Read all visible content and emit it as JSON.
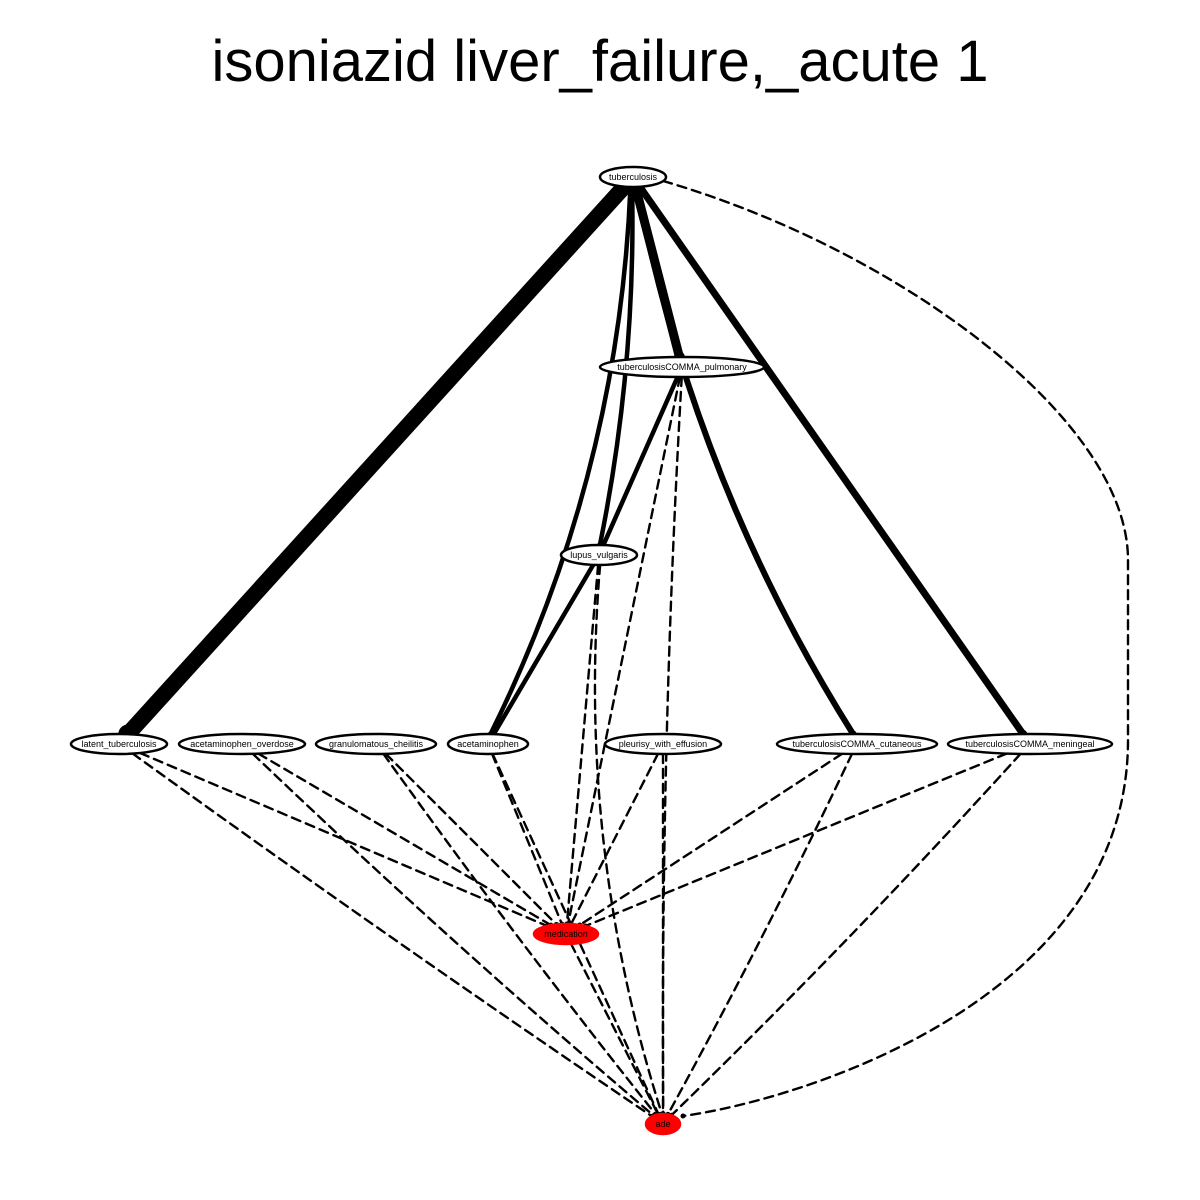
{
  "title": "isoniazid liver_failure,_acute 1",
  "nodes": [
    {
      "id": "tuberculosis",
      "label": "tuberculosis",
      "fill": "#ffffff"
    },
    {
      "id": "pulmonary",
      "label": "tuberculosisCOMMA_pulmonary",
      "fill": "#ffffff"
    },
    {
      "id": "lupus",
      "label": "lupus_vulgaris",
      "fill": "#ffffff"
    },
    {
      "id": "latent",
      "label": "latent_tuberculosis",
      "fill": "#ffffff"
    },
    {
      "id": "acet_overdose",
      "label": "acetaminophen_overdose",
      "fill": "#ffffff"
    },
    {
      "id": "granulomatous",
      "label": "granulomatous_cheilitis",
      "fill": "#ffffff"
    },
    {
      "id": "acetaminophen",
      "label": "acetaminophen",
      "fill": "#ffffff"
    },
    {
      "id": "pleurisy",
      "label": "pleurisy_with_effusion",
      "fill": "#ffffff"
    },
    {
      "id": "cutaneous",
      "label": "tuberculosisCOMMA_cutaneous",
      "fill": "#ffffff"
    },
    {
      "id": "meningeal",
      "label": "tuberculosisCOMMA_meningeal",
      "fill": "#ffffff"
    },
    {
      "id": "medication",
      "label": "medication",
      "fill": "#ff0000"
    },
    {
      "id": "ade",
      "label": "ade",
      "fill": "#ff0000"
    }
  ],
  "edges": [
    {
      "from": "tuberculosis",
      "to": "latent",
      "style": "solid",
      "weight": "heavy"
    },
    {
      "from": "tuberculosis",
      "to": "acetaminophen",
      "style": "solid",
      "weight": "medium"
    },
    {
      "from": "tuberculosis",
      "to": "lupus",
      "style": "solid",
      "weight": "medium"
    },
    {
      "from": "tuberculosis",
      "to": "pulmonary",
      "style": "solid",
      "weight": "heavy"
    },
    {
      "from": "tuberculosis",
      "to": "cutaneous",
      "style": "solid",
      "weight": "heavy"
    },
    {
      "from": "tuberculosis",
      "to": "meningeal",
      "style": "solid",
      "weight": "heavy"
    },
    {
      "from": "tuberculosis",
      "to": "ade",
      "style": "dashed",
      "weight": "light"
    },
    {
      "from": "pulmonary",
      "to": "lupus",
      "style": "solid",
      "weight": "medium"
    },
    {
      "from": "pulmonary",
      "to": "medication",
      "style": "dashed",
      "weight": "light"
    },
    {
      "from": "pulmonary",
      "to": "ade",
      "style": "dashed",
      "weight": "light"
    },
    {
      "from": "lupus",
      "to": "acetaminophen",
      "style": "solid",
      "weight": "medium"
    },
    {
      "from": "lupus",
      "to": "medication",
      "style": "dashed",
      "weight": "light"
    },
    {
      "from": "lupus",
      "to": "ade",
      "style": "dashed",
      "weight": "light"
    },
    {
      "from": "latent",
      "to": "medication",
      "style": "dashed",
      "weight": "light"
    },
    {
      "from": "latent",
      "to": "ade",
      "style": "dashed",
      "weight": "light"
    },
    {
      "from": "acet_overdose",
      "to": "medication",
      "style": "dashed",
      "weight": "light"
    },
    {
      "from": "acet_overdose",
      "to": "ade",
      "style": "dashed",
      "weight": "light"
    },
    {
      "from": "granulomatous",
      "to": "medication",
      "style": "dashed",
      "weight": "light"
    },
    {
      "from": "granulomatous",
      "to": "ade",
      "style": "dashed",
      "weight": "light"
    },
    {
      "from": "acetaminophen",
      "to": "medication",
      "style": "dashed",
      "weight": "light"
    },
    {
      "from": "acetaminophen",
      "to": "ade",
      "style": "dashed",
      "weight": "light"
    },
    {
      "from": "pleurisy",
      "to": "medication",
      "style": "dashed",
      "weight": "light"
    },
    {
      "from": "pleurisy",
      "to": "ade",
      "style": "dashed",
      "weight": "light"
    },
    {
      "from": "cutaneous",
      "to": "medication",
      "style": "dashed",
      "weight": "light"
    },
    {
      "from": "cutaneous",
      "to": "ade",
      "style": "dashed",
      "weight": "light"
    },
    {
      "from": "meningeal",
      "to": "medication",
      "style": "dashed",
      "weight": "light"
    },
    {
      "from": "meningeal",
      "to": "ade",
      "style": "dashed",
      "weight": "light"
    },
    {
      "from": "medication",
      "to": "ade",
      "style": "dashed",
      "weight": "light"
    }
  ]
}
